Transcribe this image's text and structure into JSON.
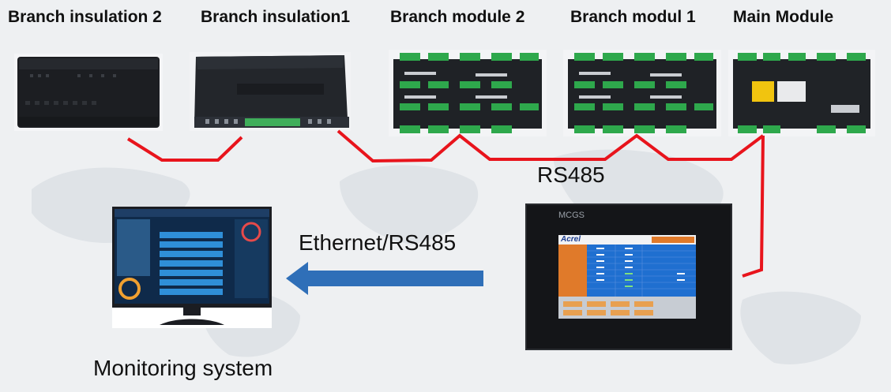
{
  "modules": {
    "branch_insulation_2": "Branch insulation 2",
    "branch_insulation_1": "Branch insulation1",
    "branch_module_2": "Branch module 2",
    "branch_module_1": "Branch modul 1",
    "main_module": "Main Module"
  },
  "bus_label": "RS485",
  "link_label": "Ethernet/RS485",
  "monitoring_label": "Monitoring system",
  "hmi": {
    "brand_top": "MCGS",
    "logo": "Acrel"
  },
  "colors": {
    "wire": "#e8141c",
    "arrow": "#2f6fb8",
    "screen_header": "#e07a2a",
    "screen_panel": "#1f6fd0"
  }
}
